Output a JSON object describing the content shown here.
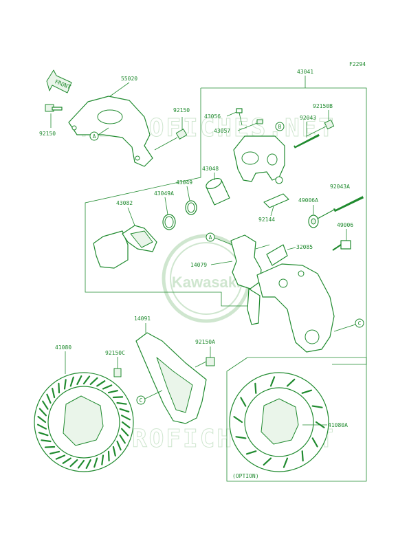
{
  "figure_code": "F2294",
  "front_arrow": "FRONT",
  "watermark_text": "MICROFICHES.NET",
  "logo_text": "Kawasaki",
  "option_label": "(OPTION)",
  "callouts": {
    "a": "A",
    "b": "B",
    "c": "C"
  },
  "parts": {
    "p55020": "55020",
    "p92150_left": "92150",
    "p92150_mid": "92150",
    "p43041": "43041",
    "p43056": "43056",
    "p43057": "43057",
    "p92150b": "92150B",
    "p92043": "92043",
    "p43048": "43048",
    "p43049": "43049",
    "p43049a": "43049A",
    "p43082": "43082",
    "p92043a": "92043A",
    "p49006a": "49006A",
    "p92144": "92144",
    "p49006": "49006",
    "p32085": "32085",
    "p14079": "14079",
    "p14091": "14091",
    "p41080": "41080",
    "p92150c": "92150C",
    "p92150a": "92150A",
    "p41080a": "41080A"
  },
  "colors": {
    "line": "#1f8a2e",
    "watermark": "#cfe6cf",
    "background": "#ffffff"
  }
}
